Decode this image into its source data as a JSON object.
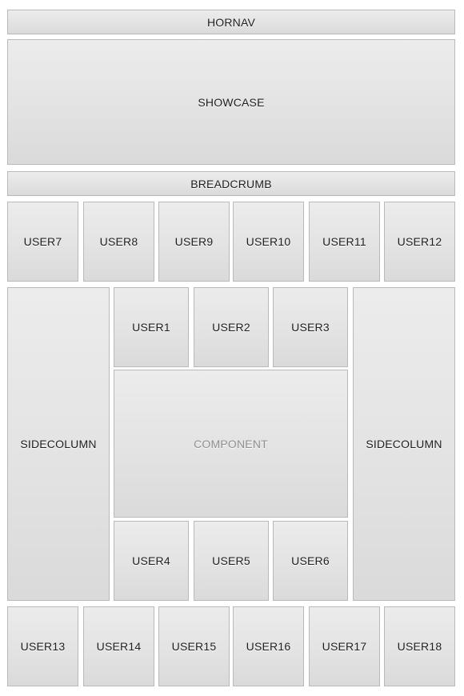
{
  "hornav": "HORNAV",
  "showcase": "SHOWCASE",
  "breadcrumb": "BREADCRUMB",
  "top_row": [
    "USER7",
    "USER8",
    "USER9",
    "USER10",
    "USER11",
    "USER12"
  ],
  "sidecolumn_left": "SIDECOLUMN",
  "sidecolumn_right": "SIDECOLUMN",
  "center_top": [
    "USER1",
    "USER2",
    "USER3"
  ],
  "component": "COMPONENT",
  "center_bottom": [
    "USER4",
    "USER5",
    "USER6"
  ],
  "bottom_row": [
    "USER13",
    "USER14",
    "USER15",
    "USER16",
    "USER17",
    "USER18"
  ]
}
